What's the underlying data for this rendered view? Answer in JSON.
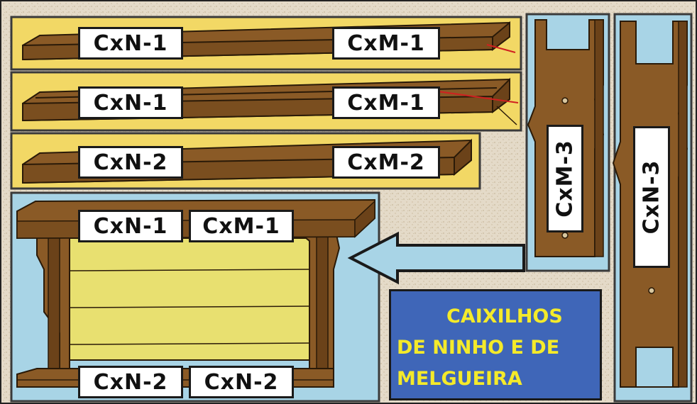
{
  "labels": {
    "row1_left": "CxN-1",
    "row1_right": "CxM-1",
    "row2_left": "CxN-1",
    "row2_right": "CxM-1",
    "row3_left": "CxN-2",
    "row3_right": "CxM-2",
    "side_short": "CxM-3",
    "side_long": "CxN-3",
    "frame_top_left": "CxN-1",
    "frame_top_right": "CxM-1",
    "frame_bottom_left": "CxN-2",
    "frame_bottom_right": "CxN-2"
  },
  "title": {
    "line1": "CAIXILHOS",
    "line2": "DE NINHO E DE",
    "line3": "MELGUEIRA"
  },
  "colors": {
    "background_pattern": "#e6dccb",
    "panel_yellow": "#f2d865",
    "wood": "#8a5a26",
    "wood_light": "#a6702f",
    "wood_dark": "#5c3a14",
    "sky_blue": "#a8d4e6",
    "foundation_yellow": "#e8e070",
    "title_bg": "#3f66b8",
    "title_text": "#f4ea2a"
  }
}
